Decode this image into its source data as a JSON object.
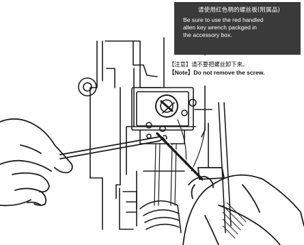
{
  "callout": {
    "zh": "请使用红色柄的螺丝板(附属品)",
    "en": "Be sure to use the red handled\nallen key wrench packged in\nthe accessory box."
  },
  "note": {
    "zh": "【注意】请不要把螺丝卸下来。",
    "en": "【Note】Do not remove the screw."
  },
  "icons": [
    "allen-key-wrench",
    "screw",
    "tweezers",
    "hand"
  ]
}
